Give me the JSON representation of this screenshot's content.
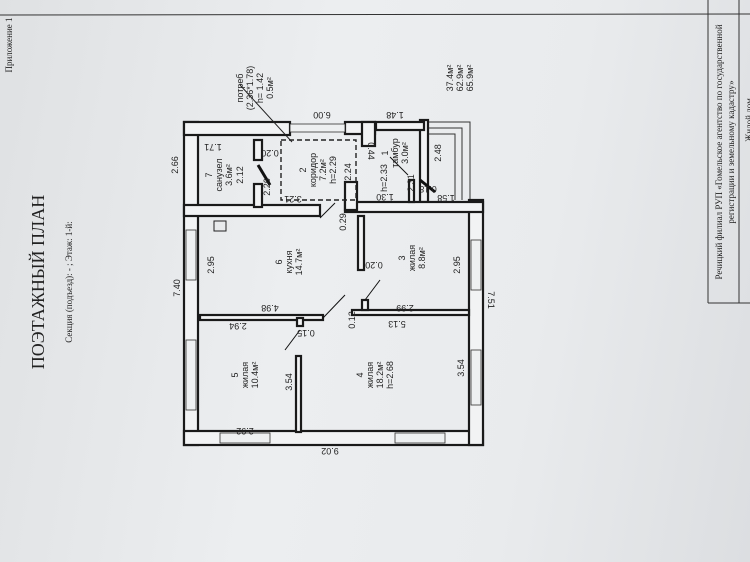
{
  "document": {
    "appendix": "Приложение 1",
    "title": "ПОЭТАЖНЫЙ ПЛАН",
    "subtitle": "Секция (подъезд): - ; Этаж: 1-й:",
    "organization_line1": "Речицкий филиал РУП «Гомельское агентство по государственной",
    "organization_line2": "регистрации и земельному кадастру»",
    "object_type": "Жилой дом"
  },
  "totals": [
    "37.4м²",
    "62.9м²",
    "65.9м²"
  ],
  "rooms": [
    {
      "num": "1",
      "name": "тамбур",
      "area": "3.0м²"
    },
    {
      "num": "2",
      "name": "коридор",
      "area": "7.2м²",
      "height": "h=2.29"
    },
    {
      "num": "3",
      "name": "жилая",
      "area": "8.8м²"
    },
    {
      "num": "4",
      "name": "жилая",
      "area": "18.2м²",
      "height": "h=2.68"
    },
    {
      "num": "5",
      "name": "жилая",
      "area": "10.4м²"
    },
    {
      "num": "6",
      "name": "кухня",
      "area": "14.7м²"
    },
    {
      "num": "7",
      "name": "санузел",
      "area": "3.6м²"
    }
  ],
  "storage": {
    "name": "потреб",
    "size": "(2.36*1.78)",
    "height": "h= 1.42",
    "area": "0.5м²"
  },
  "tambour_height": "h=2.33",
  "dimensions": {
    "outer_left": "7.40",
    "outer_right": "7.51",
    "outer_bottom": "9.02",
    "top_6_00": "6.00",
    "top_1_48": "1.48",
    "d_2_66": "2.66",
    "d_1_71": "1.71",
    "d_2_12": "2.12",
    "d_0_20a": "0.20",
    "d_2_26": "2.26",
    "d_3_21": "3.21",
    "d_2_24": "2.24",
    "d_0_44": "0.44",
    "d_2_31": "2.31",
    "d_1_30": "1.30",
    "d_0_18": "0.18",
    "d_1_58": "1.58",
    "d_2_48": "2.48",
    "d_0_29": "0.29",
    "d_2_95a": "2.95",
    "d_2_95b": "2.95",
    "d_0_20b": "0.20",
    "d_4_98": "4.98",
    "d_2_99": "2.99",
    "d_2_94": "2.94",
    "d_0_15": "0.15",
    "d_0_12": "0.12",
    "d_5_13": "5.13",
    "d_3_54a": "3.54",
    "d_3_54b": "3.54",
    "d_2_92": "2.92"
  }
}
